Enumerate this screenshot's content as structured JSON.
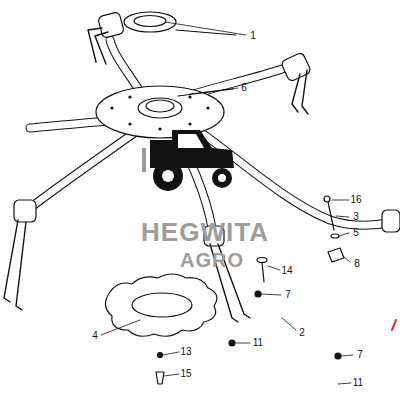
{
  "diagram": {
    "labels": [
      "1",
      "6",
      "16",
      "3",
      "5",
      "14",
      "7",
      "8",
      "11",
      "2",
      "7",
      "11",
      "4",
      "13",
      "15",
      "HEGWITA",
      "AGRO"
    ]
  }
}
